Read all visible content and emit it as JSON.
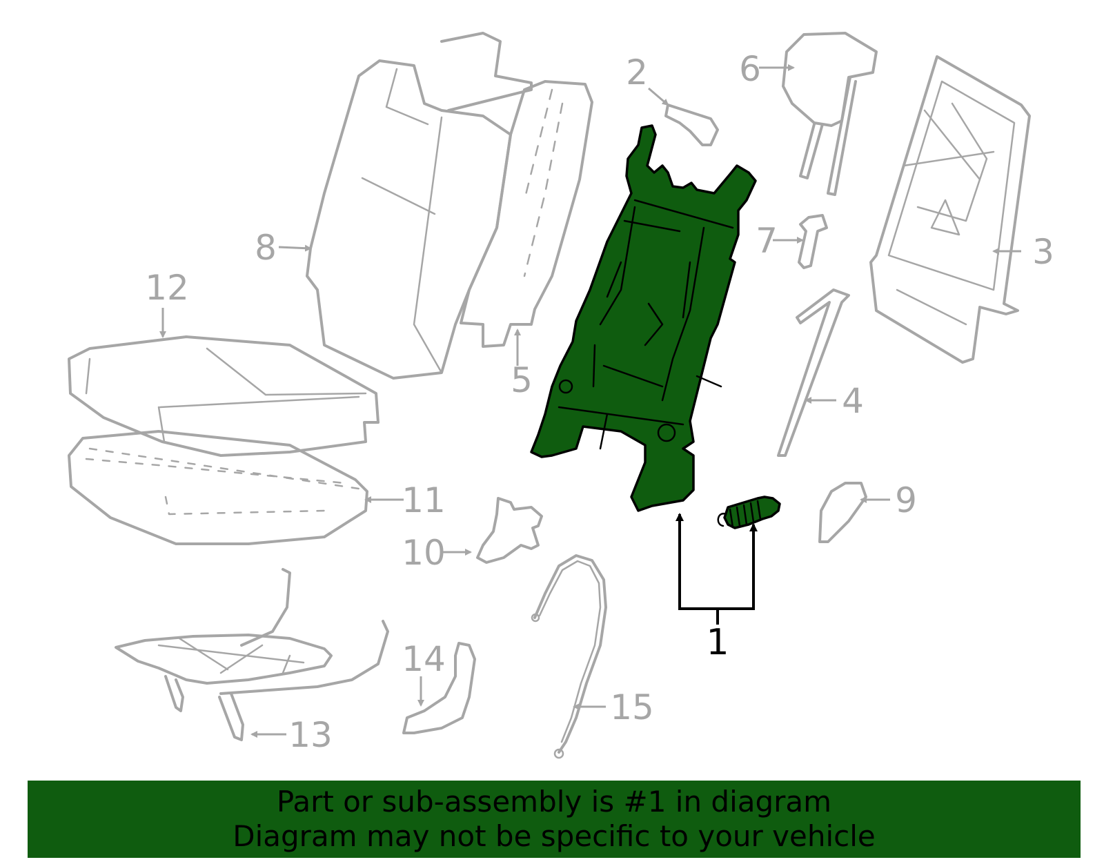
{
  "colors": {
    "highlight": "#0f5c0f",
    "part_outline": "#a6a6a6",
    "callout_dark": "#000000",
    "banner_bg": "#0f5c0f"
  },
  "callouts": {
    "c1": "1",
    "c2": "2",
    "c3": "3",
    "c4": "4",
    "c5": "5",
    "c6": "6",
    "c7": "7",
    "c8": "8",
    "c9": "9",
    "c10": "10",
    "c11": "11",
    "c12": "12",
    "c13": "13",
    "c14": "14",
    "c15": "15"
  },
  "banner": {
    "line1": "Part or sub-assembly is #1 in diagram",
    "line2": "Diagram may not be specific to your vehicle"
  }
}
